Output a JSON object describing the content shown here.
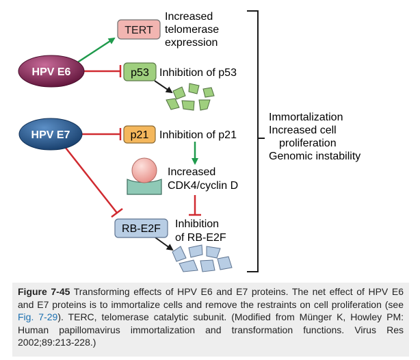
{
  "diagram": {
    "hpv_e6": "HPV E6",
    "hpv_e7": "HPV E7",
    "tert": "TERT",
    "p53": "p53",
    "p21": "p21",
    "rb_e2f": "RB-E2F",
    "tert_effect": [
      "Increased",
      "telomerase",
      "expression"
    ],
    "p53_effect": "Inhibition of p53",
    "p21_effect": "Inhibition of p21",
    "cdk_label": [
      "Increased",
      "CDK4/cyclin D"
    ],
    "rb_effect": [
      "Inhibition",
      "of RB-E2F"
    ],
    "outcomes": [
      "Immortalization",
      "Increased cell",
      "proliferation",
      "Genomic instability"
    ],
    "colors": {
      "activation_arrow": "#1f9a4c",
      "inhibition_arrow": "#d02a30",
      "tert_box": "#f2b5b1",
      "p53_box": "#9fcf7e",
      "p21_box": "#f4b75c",
      "rb_box": "#b8cde4",
      "e6_oval": "#7a2150",
      "e7_oval": "#1e4f86"
    }
  },
  "caption": {
    "figure_label": "Figure 7-45",
    "text_before_ref": " Transforming effects of HPV E6 and E7 proteins. The net effect of HPV E6 and E7 proteins is to immortalize cells and remove the restraints on cell proliferation (see ",
    "ref": "Fig. 7-29",
    "text_after_ref": "). TERC, telomerase catalytic subunit. (Modified from Münger K, Howley PM: Human papillomavirus immortalization and transformation functions. Virus Res 2002;89:213-228.)"
  }
}
